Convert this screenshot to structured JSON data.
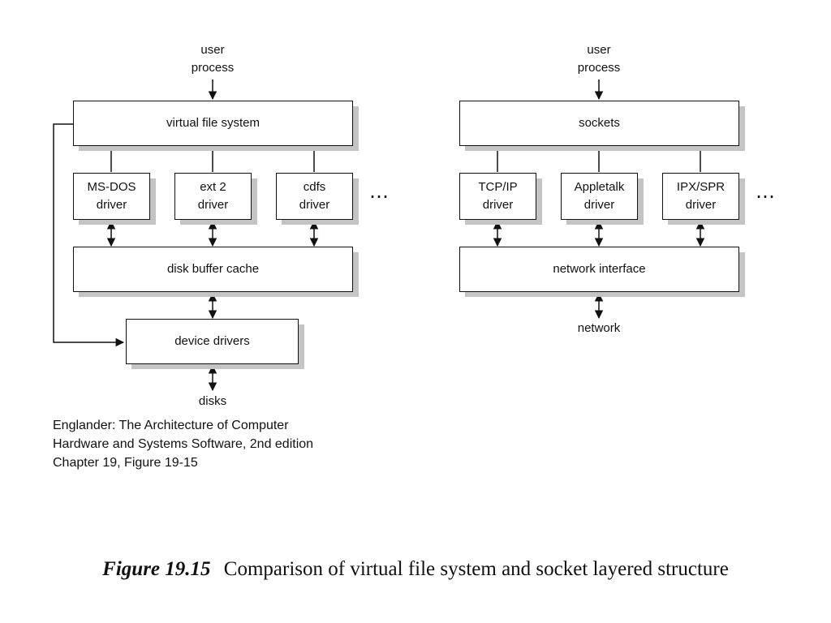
{
  "vfs_side": {
    "top_label": "user\nprocess",
    "top_box": "virtual file system",
    "drivers": [
      "MS-DOS\ndriver",
      "ext 2\ndriver",
      "cdfs\ndriver"
    ],
    "more": "…",
    "middle_box": "disk buffer cache",
    "lower_box": "device drivers",
    "bottom_label": "disks"
  },
  "socket_side": {
    "top_label": "user\nprocess",
    "top_box": "sockets",
    "drivers": [
      "TCP/IP\ndriver",
      "Appletalk\ndriver",
      "IPX/SPR\ndriver"
    ],
    "more": "…",
    "middle_box": "network interface",
    "bottom_label": "network"
  },
  "credit": "Englander: The Architecture of Computer\nHardware and Systems Software, 2nd edition\nChapter 19, Figure 19-15",
  "caption": {
    "figure_number": "Figure 19.15",
    "text": "Comparison of virtual file system and socket layered structure"
  }
}
